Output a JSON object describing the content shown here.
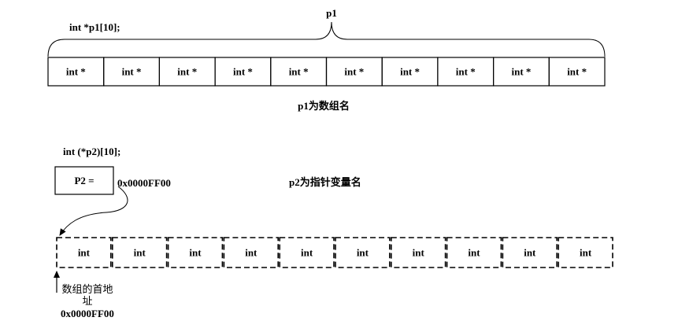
{
  "top": {
    "declaration": "int  *p1[10];",
    "brace_label": "p1",
    "cells": [
      "int *",
      "int *",
      "int *",
      "int *",
      "int *",
      "int *",
      "int *",
      "int *",
      "int *",
      "int *"
    ],
    "caption": "p1为数组名"
  },
  "bottom": {
    "declaration": "int  (*p2)[10];",
    "pointer_box_label": "P2 =",
    "pointer_value": "0x0000FF00",
    "pointer_caption": "p2为指针变量名",
    "cells": [
      "int",
      "int",
      "int",
      "int",
      "int",
      "int",
      "int",
      "int",
      "int",
      "int"
    ],
    "address_caption_line1": "数组的首地",
    "address_caption_line2": "址",
    "address_value": "0x0000FF00"
  }
}
